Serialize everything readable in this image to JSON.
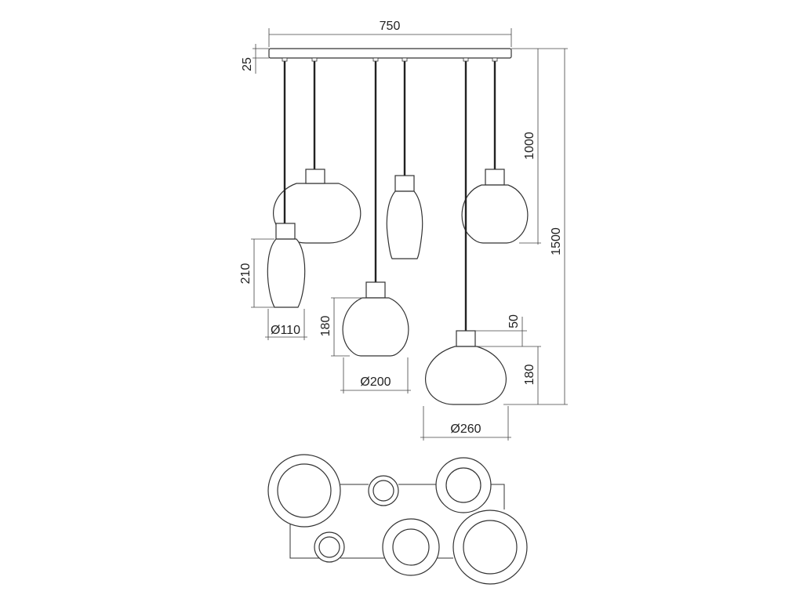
{
  "dimensions": {
    "width_750": "750",
    "height_25": "25",
    "height_1000": "1000",
    "height_1500": "1500",
    "height_210": "210",
    "diam_110": "Ø110",
    "height_180_a": "180",
    "diam_200": "Ø200",
    "height_50": "50",
    "height_180_b": "180",
    "diam_260": "Ø260"
  }
}
